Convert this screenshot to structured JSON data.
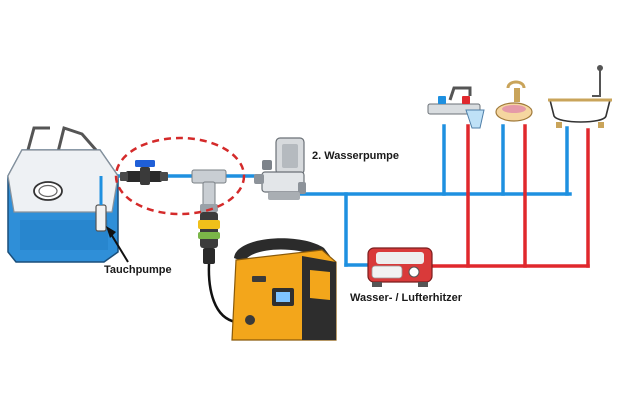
{
  "labels": {
    "tauchpumpe": "Tauchpumpe",
    "wasserpumpe": "2. Wasserpumpe",
    "erhitzer": "Wasser- / Lufterhitzer"
  },
  "colors": {
    "cold_line": "#1e90e0",
    "hot_line": "#e0282d",
    "highlight_circle": "#d42a2a",
    "tank": "#2f8fd8",
    "jump_starter": "#f3a61b",
    "heater": "#d93a3a"
  },
  "icons": [
    "water-tank-icon",
    "valve-icon",
    "t-connector-icon",
    "pump-icon",
    "heater-icon",
    "jump-starter-icon",
    "faucet-icon",
    "sink-icon",
    "bathtub-icon"
  ]
}
